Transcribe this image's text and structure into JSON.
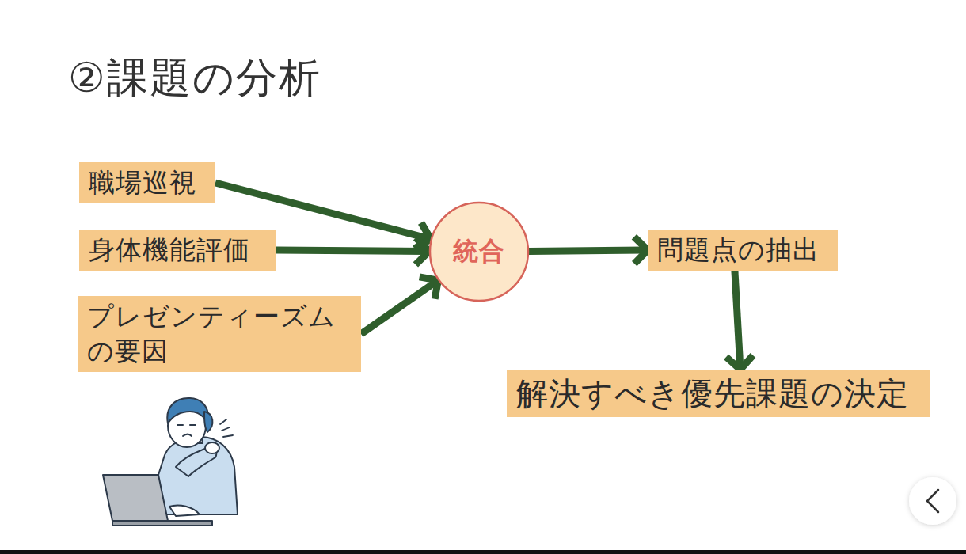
{
  "diagram": {
    "title": "②課題の分析",
    "nodes": [
      {
        "text": [
          "職場巡視"
        ]
      },
      {
        "text": [
          "身体機能評価"
        ]
      },
      {
        "text": [
          "プレゼンティーズムの要因"
        ]
      },
      {
        "text": [
          "統合"
        ]
      },
      {
        "text": [
          "問題点の抽出"
        ]
      },
      {
        "text": [
          "解決すべき優先課題の決定"
        ]
      }
    ],
    "edges": [
      {
        "from": 0,
        "to": 3,
        "arrow": "to"
      },
      {
        "from": 1,
        "to": 3,
        "arrow": "to"
      },
      {
        "from": 2,
        "to": 3,
        "arrow": "to"
      },
      {
        "from": 3,
        "to": 4,
        "arrow": "to"
      },
      {
        "from": 4,
        "to": 5,
        "arrow": "to"
      }
    ]
  }
}
